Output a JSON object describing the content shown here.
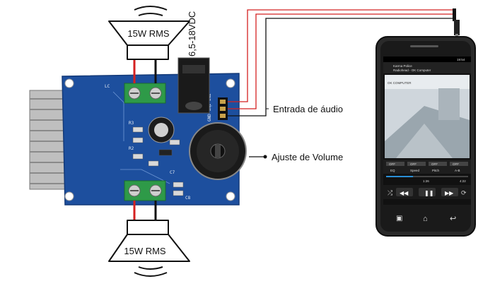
{
  "speakers": {
    "top_label": "15W RMS",
    "bottom_label": "15W RMS"
  },
  "power": {
    "label": "6,5-18VDC"
  },
  "labels": {
    "audio_input": "Entrada de áudio",
    "volume": "Ajuste de Volume"
  },
  "board": {
    "color": "#1d4f9e",
    "silk_lc": "LC",
    "silk_r3": "R3",
    "silk_r2": "R2",
    "silk_c7": "C7",
    "silk_c8": "C8",
    "silk_input": "GND IN1 IN2"
  },
  "phone": {
    "track_title": "Karma Police",
    "track_artist": "Radiohead - OK Computer",
    "album_title": "OK COMPUTER",
    "status_time": "19:54",
    "eq_labels": [
      "EQ",
      "Speed",
      "Pitch",
      "A-B"
    ],
    "eq_state": "OFF",
    "time_elapsed": "1:26",
    "time_total": "4:22"
  },
  "colors": {
    "wire_red": "#d42020",
    "wire_black": "#111111",
    "terminal_green": "#2e9a48",
    "heatsink": "#c8c8c8",
    "phone_body": "#2a2a2a"
  }
}
